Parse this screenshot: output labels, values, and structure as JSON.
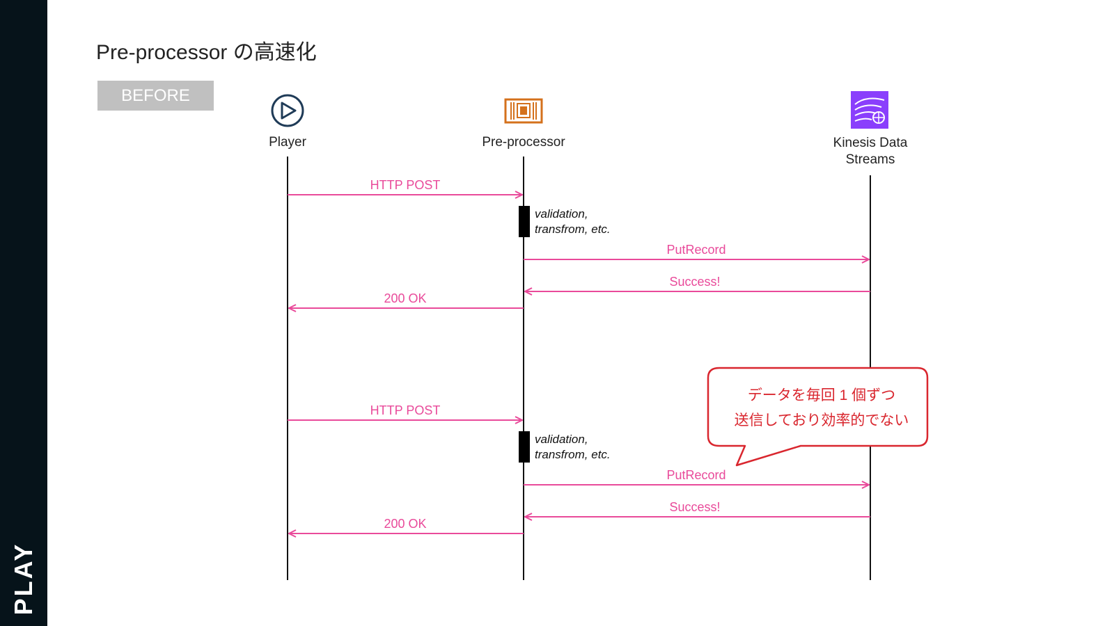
{
  "sidebar": {
    "brand": "PLAY"
  },
  "header": {
    "title": "Pre-processor の高速化"
  },
  "badge": {
    "label": "BEFORE"
  },
  "colors": {
    "sidebar_bg": "#06131a",
    "arrow": "#e94a9a",
    "callout": "#d9262e",
    "badge_bg": "#c0c0c0",
    "player_icon": "#1f3b57",
    "preprocessor_icon": "#d4711c",
    "kinesis_icon": "#8a3ffc"
  },
  "participants": [
    {
      "id": "player",
      "label": "Player",
      "icon": "play-circle-icon"
    },
    {
      "id": "preprocessor",
      "label": "Pre-processor",
      "icon": "cpu-chip-icon"
    },
    {
      "id": "kinesis",
      "label_lines": [
        "Kinesis Data",
        "Streams"
      ],
      "icon": "kinesis-streams-icon"
    }
  ],
  "sequences": [
    {
      "messages": [
        {
          "label": "HTTP POST",
          "from": "player",
          "to": "preprocessor"
        },
        {
          "label": "PutRecord",
          "from": "preprocessor",
          "to": "kinesis"
        },
        {
          "label": "Success!",
          "from": "kinesis",
          "to": "preprocessor"
        },
        {
          "label": "200 OK",
          "from": "preprocessor",
          "to": "player"
        }
      ],
      "activation_note": [
        "validation,",
        "transfrom, etc."
      ]
    },
    {
      "messages": [
        {
          "label": "HTTP POST",
          "from": "player",
          "to": "preprocessor"
        },
        {
          "label": "PutRecord",
          "from": "preprocessor",
          "to": "kinesis"
        },
        {
          "label": "Success!",
          "from": "kinesis",
          "to": "preprocessor"
        },
        {
          "label": "200 OK",
          "from": "preprocessor",
          "to": "player"
        }
      ],
      "activation_note": [
        "validation,",
        "transfrom, etc."
      ]
    }
  ],
  "callout": {
    "lines": [
      "データを毎回 1 個ずつ",
      "送信しており効率的でない"
    ]
  }
}
